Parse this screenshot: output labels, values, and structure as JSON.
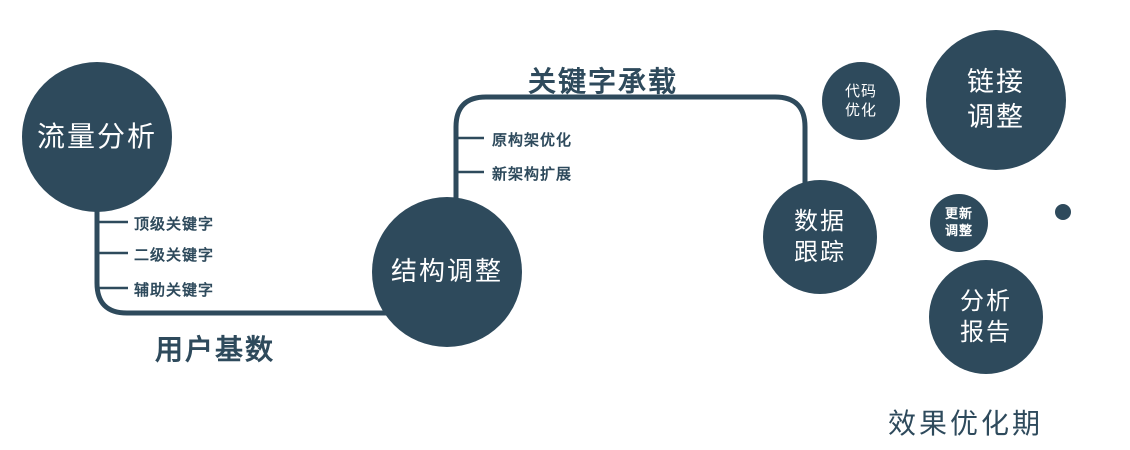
{
  "diagram": {
    "accent_color": "#2e4a5c",
    "nodes": {
      "traffic": {
        "label": "流量分析"
      },
      "structure": {
        "label": "结构调整"
      },
      "tracking": {
        "line1": "数据",
        "line2": "跟踪"
      },
      "code": {
        "line1": "代码",
        "line2": "优化"
      },
      "link": {
        "line1": "链接",
        "line2": "调整"
      },
      "update": {
        "line1": "更新",
        "line2": "调整"
      },
      "report": {
        "line1": "分析",
        "line2": "报告"
      }
    },
    "edge_labels": {
      "keyword_bearing": "关键字承载",
      "user_base": "用户基数"
    },
    "branches_traffic": [
      "顶级关键字",
      "二级关键字",
      "辅助关键字"
    ],
    "branches_structure": [
      "原构架优化",
      "新架构扩展"
    ],
    "footer": "效果优化期"
  }
}
